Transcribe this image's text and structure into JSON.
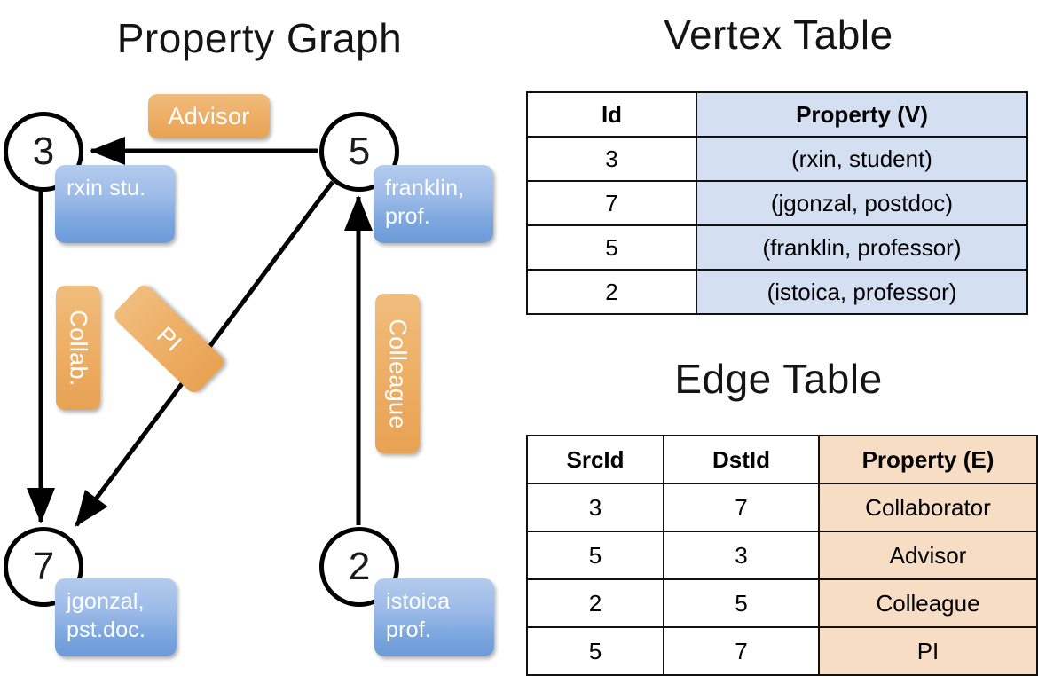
{
  "graph": {
    "title": "Property Graph",
    "nodes": [
      {
        "id": "3",
        "prop_line1": "rxin",
        "prop_line2": "stu."
      },
      {
        "id": "5",
        "prop_line1": "franklin,",
        "prop_line2": "prof."
      },
      {
        "id": "7",
        "prop_line1": "jgonzal,",
        "prop_line2": "pst.doc."
      },
      {
        "id": "2",
        "prop_line1": "istoica",
        "prop_line2": "prof."
      }
    ],
    "edge_labels": [
      {
        "name": "advisor",
        "text": "Advisor"
      },
      {
        "name": "collab",
        "text": "Collab."
      },
      {
        "name": "pi",
        "text": "PI"
      },
      {
        "name": "colleague",
        "text": "Colleague"
      }
    ]
  },
  "vertex_table": {
    "title": "Vertex Table",
    "headers": [
      "Id",
      "Property (V)"
    ],
    "rows": [
      [
        "3",
        "(rxin, student)"
      ],
      [
        "7",
        "(jgonzal, postdoc)"
      ],
      [
        "5",
        "(franklin, professor)"
      ],
      [
        "2",
        "(istoica, professor)"
      ]
    ]
  },
  "edge_table": {
    "title": "Edge Table",
    "headers": [
      "SrcId",
      "DstId",
      "Property (E)"
    ],
    "rows": [
      [
        "3",
        "7",
        "Collaborator"
      ],
      [
        "5",
        "3",
        "Advisor"
      ],
      [
        "2",
        "5",
        "Colleague"
      ],
      [
        "5",
        "7",
        "PI"
      ]
    ]
  },
  "colors": {
    "vertex_property_fill": "#d4e0f1",
    "edge_property_fill": "#f6ddc4",
    "node_box_blue": "#7aa5dd",
    "edge_label_orange": "#eeb068",
    "stroke": "#111111"
  },
  "chart_data": {
    "type": "diagram",
    "title": "Property Graph",
    "vertices": [
      {
        "id": 3,
        "name": "rxin",
        "role": "student"
      },
      {
        "id": 7,
        "name": "jgonzal",
        "role": "postdoc"
      },
      {
        "id": 5,
        "name": "franklin",
        "role": "professor"
      },
      {
        "id": 2,
        "name": "istoica",
        "role": "professor"
      }
    ],
    "edges": [
      {
        "src": 3,
        "dst": 7,
        "property": "Collaborator",
        "graph_label": "Collab."
      },
      {
        "src": 5,
        "dst": 3,
        "property": "Advisor",
        "graph_label": "Advisor"
      },
      {
        "src": 2,
        "dst": 5,
        "property": "Colleague",
        "graph_label": "Colleague"
      },
      {
        "src": 5,
        "dst": 7,
        "property": "PI",
        "graph_label": "PI"
      }
    ]
  }
}
